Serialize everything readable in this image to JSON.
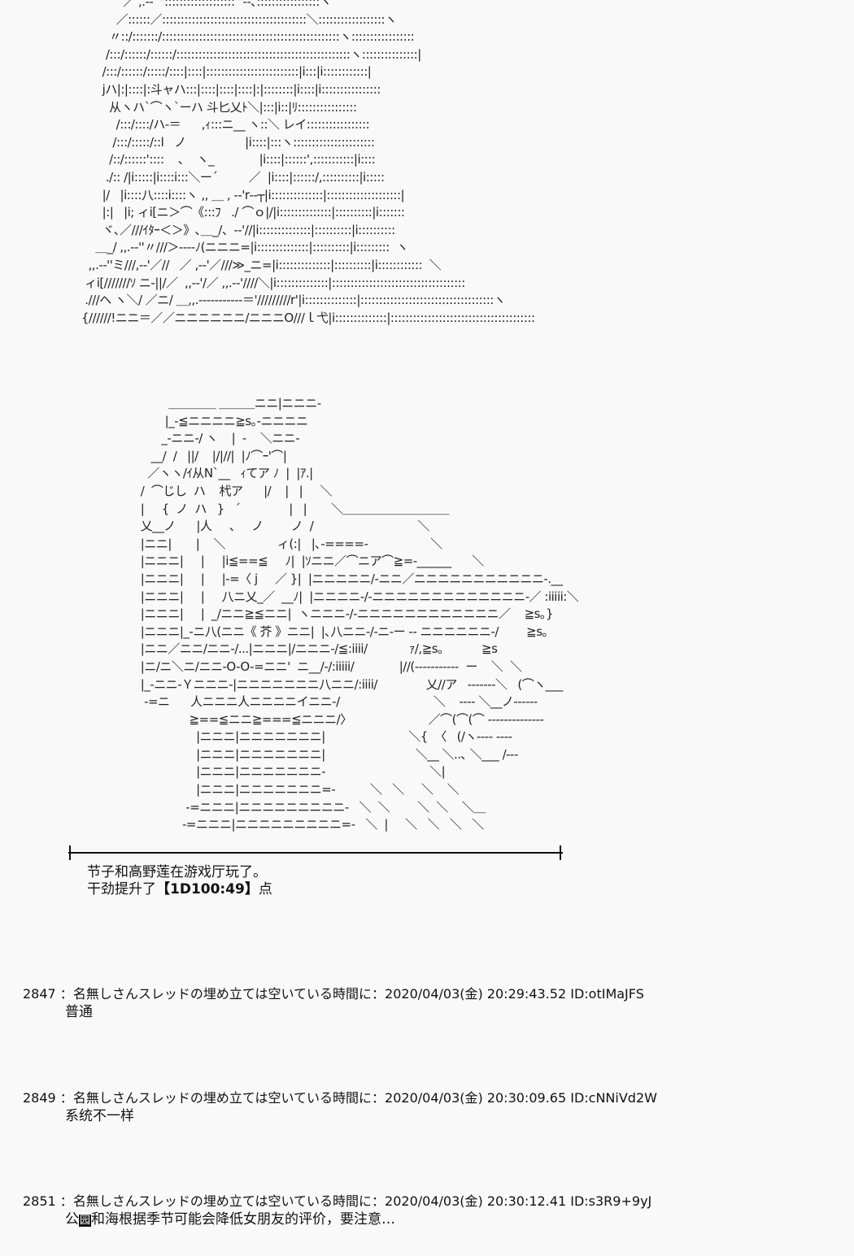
{
  "art_top": [
    "            ／ ,.-‐''\":::::::::::::::::::\"'‐-､:::::::::::::::::ヽ",
    "          ／::::::／:::::::::::::::::::::::::::::::::::::::＼::::::::::::::::::ヽ",
    "        〃::/:::::::/::::::::::::::::::::::::::::::::::::::::::::::::ヽ:::::::::::::::::",
    "       /:::/::::::/::::::/:::::::::::::::::::::::::::::::::::::::::::::::ヽ:::::::::::::::|",
    "      /:::/::::::/:::::/::::|::::|:::::::::::::::::::::::::|i:::|i::::::::::::|",
    "      jハ|:|::::|:斗ャハ:::|::::|::::|::::|:|::::::::|i::::|i::::::::::::::::",
    "        从ヽハ`⌒ヽ`ーハ 斗匕乂ﾄ＼|:::|i::|ﾘ::::::::::::::::",
    "          /:::/::::/ハ-＝      ,ｨ:::ニ__ ヽ::＼ レイ:::::::::::::::::",
    "         /:::/:::::/::l   ノ                 |i::::|:::ヽ::::::::::::::::::::::",
    "        /::/::::::'::::    、  ヽ_             |i::::|::::::',:::::::::::|i::::",
    "       ./:: /|i:::::|i::::i:::＼ー´         ／  |i::::|::::::/,::::::::::|i:::::",
    "      |/   |i::::八::::i::::ヽ ,, ＿ , -‐'r‐‐┬|i::::::::::::::|::::::::::::::::::::|",
    "      |:|   |i; ィi[ニ＞⌒《:::ﾌ   ./ ⌒ｏ|/|i::::::::::::::|::::::::::|i:::::::",
    "      ヾ､／///ｲﾀｰ＜＞》､＿_/、-‐'//|i::::::::::::::|::::::::::|i::::::::::",
    "    ＿_/ ,,.-‐''〃///＞‐‐‐‐ﾉ(ニニニ=|i::::::::::::::|::::::::::|i:::::::::  ヽ",
    "  ,,.-‐''ミ///,-‐'／//   ／ ,-‐'／///≫_ニ=|i::::::::::::::|::::::::::|i::::::::::::  ＼",
    " ィi[///////ｿ ニ‐||/／  ,,-‐'/／ ,,.-‐'////＼|i::::::::::::::|::::::::::::::::::::::::::::::::::::",
    " .///ヘ ヽ＼/ ／ニ/ ＿,,.-‐‐‐‐‐‐‐‐‐‐＝'/////////r'|i::::::::::::::|::::::::::::::::::::::::::::::::::::ヽ",
    "{//////!ニニ＝／／ニニニニニニ/ニニニO///ｌ弋|i::::::::::::::|:::::::::::::::::::::::::::::::::::::::"
  ],
  "art_bottom": [
    "           ＿＿＿＿ ＿＿＿ニニ|ニニニ-",
    "          |_-≦ニニニニ≧s｡-ニニニニ",
    "         _-ニニ-/ ヽ    |  -    ＼ニニ-",
    "      __/  /   ||/    |/|//|  |ﾉ⌒ｰ'⌒|",
    "     ／ヽヽ/ｲ从N`__   ｨてア ﾉ  |  |ｱ.|",
    "   /  ⌒じし  ハ    杙ア      |/    |   |     ＼",
    "   |     {  ノ  ハ   }   ´              |   |       ＼＿＿＿＿＿＿＿＿＿",
    "   乂__ノ      |人     、   ノ        ノ  /                              ＼",
    "   |ニニ|       |    ＼               ィ(:|   |､-====-                  ＼",
    "   |ニニニ|     |     |i≦==≦     ﾉ|  |ｿニニ／⌒ニア⌒≧=-______      ＼",
    "   |ニニニ|     |     |-=〈 j     ／ }|  |ニニニニニ/-ニニ／ニニニニニニニニニニニ-.__",
    "   |ニニニ|     |     八ニ乂_／  __ﾉ|  |ニニニニ-/-ニニニニニニニニニニニニニ-／ :iiiii:＼",
    "   |ニニニ|     |  _/ニニ≧≦ニニ|  ヽニニニ-/-ニニニニニニニニニニニニ／    ≧s｡}",
    "   |ニニニ|_-ニ八(ニニ《 芥 》ニニ|  |､八ニニ-/-ニ-ー ‐‐ ニニニニニニ-/        ≧s｡",
    "   |ニニ／ニニ/ニニ-/...|ニニニ|/ニニニ-/≦:iiii/            ｧ/,≧s｡           ≧s",
    "   |ニ/ニ＼ニ/ニニ-O-O-=ニニ'  ニ__/-/:iiiii/             |//(‐‐‐‐‐‐‐‐‐‐‐  ー    ＼  ＼",
    "   |_-ニニ-Ｙニニニ-|ニニニニニニニ八ニニ/:iiii/              乂//ア   ‐‐‐‐‐‐‐＼   (⌒ヽ___",
    "    -=ニ      人ニニニ人ニニニニイニニ-/                           ＼    ‐‐‐‐ ＼__ノ‐‐‐‐‐‐",
    "                 ≧==≦ニニ≧===≦ニニニ/〉                      ／⌒(⌒(⌒ ‐‐‐‐‐‐‐‐‐‐‐‐‐‐",
    "                   |ニニニ|ニニニニニニニ|                        ＼{  〈   (/ヽ‐‐‐‐ ‐‐‐‐",
    "                   |ニニニ|ニニニニニニニ|                          ＼__ ＼..､ ＼___ /‐‐‐",
    "                   |ニニニ|ニニニニニニニ-                              ＼|",
    "                   |ニニニ|ニニニニニニニ=-          ＼   ＼     ＼    ＼",
    "                -=ニニニ|ニニニニニニニニニ-   ＼  ＼        ＼  ＼    ＼＿",
    "               -=ニニニ|ニニニニニニニニニ=-   ＼  |     ＼   ＼   ＼   ＼"
  ],
  "narration": {
    "line1": "节子和高野莲在游戏厅玩了。",
    "line2_prefix": "干劲提升了",
    "line2_roll": "【1D100:49】",
    "line2_suffix": "点"
  },
  "posts": [
    {
      "number": "2847",
      "name": "名無しさんスレッドの埋め立ては空いている時間に",
      "date": "2020/04/03(金) 20:29:43.52",
      "id": "ID:otIMaJFS",
      "body": "普通"
    },
    {
      "number": "2849",
      "name": "名無しさんスレッドの埋め立ては空いている時間に",
      "date": "2020/04/03(金) 20:30:09.65",
      "id": "ID:cNNiVd2W",
      "body": "系统不一样"
    },
    {
      "number": "2851",
      "name": "名無しさんスレッドの埋め立ては空いている時間に",
      "date": "2020/04/03(金) 20:30:12.41",
      "id": "ID:s3R9+9yJ",
      "body_prefix": "公",
      "body_box": "园",
      "body": "和海根据季节可能会降低女朋友的评价，要注意…"
    }
  ]
}
